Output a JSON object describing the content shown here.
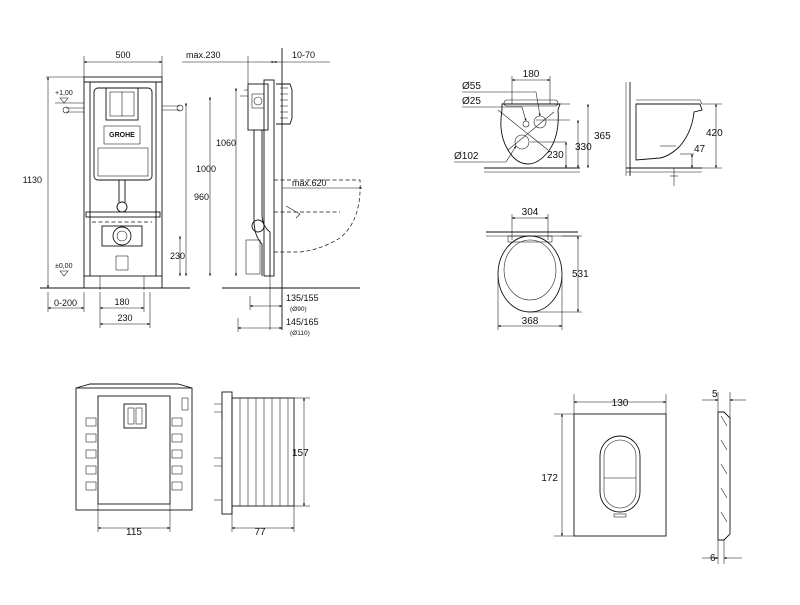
{
  "brand": {
    "logo_text": "GROHE"
  },
  "frame_front": {
    "width_top": "500",
    "height_total": "1130",
    "level_top": "+1,00",
    "level_floor": "±0,00",
    "height_960": "960",
    "height_1000": "1000",
    "height_230": "230",
    "offset_0_200": "0-200",
    "width_180": "180",
    "width_230": "230"
  },
  "frame_side": {
    "depth_max": "max.230",
    "depth_10_70": "10-70",
    "height_1060": "1060",
    "projection_max": "max.620",
    "pipe_135_155": "135/155",
    "pipe_d90": "(Ø90)",
    "pipe_145_165": "145/165",
    "pipe_d110": "(Ø110)"
  },
  "bowl_top": {
    "d55": "Ø55",
    "d25": "Ø25",
    "w180": "180",
    "h365": "365",
    "h330": "330",
    "h230": "230",
    "d102": "Ø102"
  },
  "bowl_side": {
    "h420": "420",
    "h47": "47"
  },
  "seat_plan": {
    "w304": "304",
    "h531": "531",
    "w368": "368"
  },
  "module": {
    "w115": "115",
    "d77": "77",
    "h157": "157"
  },
  "flush_plate": {
    "w130": "130",
    "h172": "172",
    "t5": "5",
    "t6": "6"
  }
}
